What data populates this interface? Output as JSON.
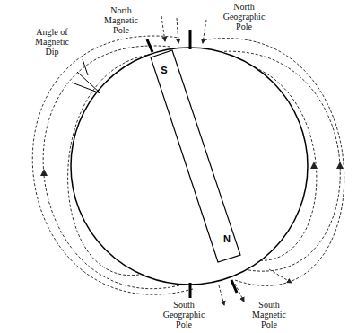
{
  "diagram": {
    "nodes": [
      {
        "text": [
          "S",
          "N"
        ]
      }
    ],
    "labels": [
      "North Magnetic Pole",
      "North Geographic Pole",
      "Angle of Magnetic Dip",
      "South Geographic Pole",
      "South Magnetic Pole"
    ]
  }
}
